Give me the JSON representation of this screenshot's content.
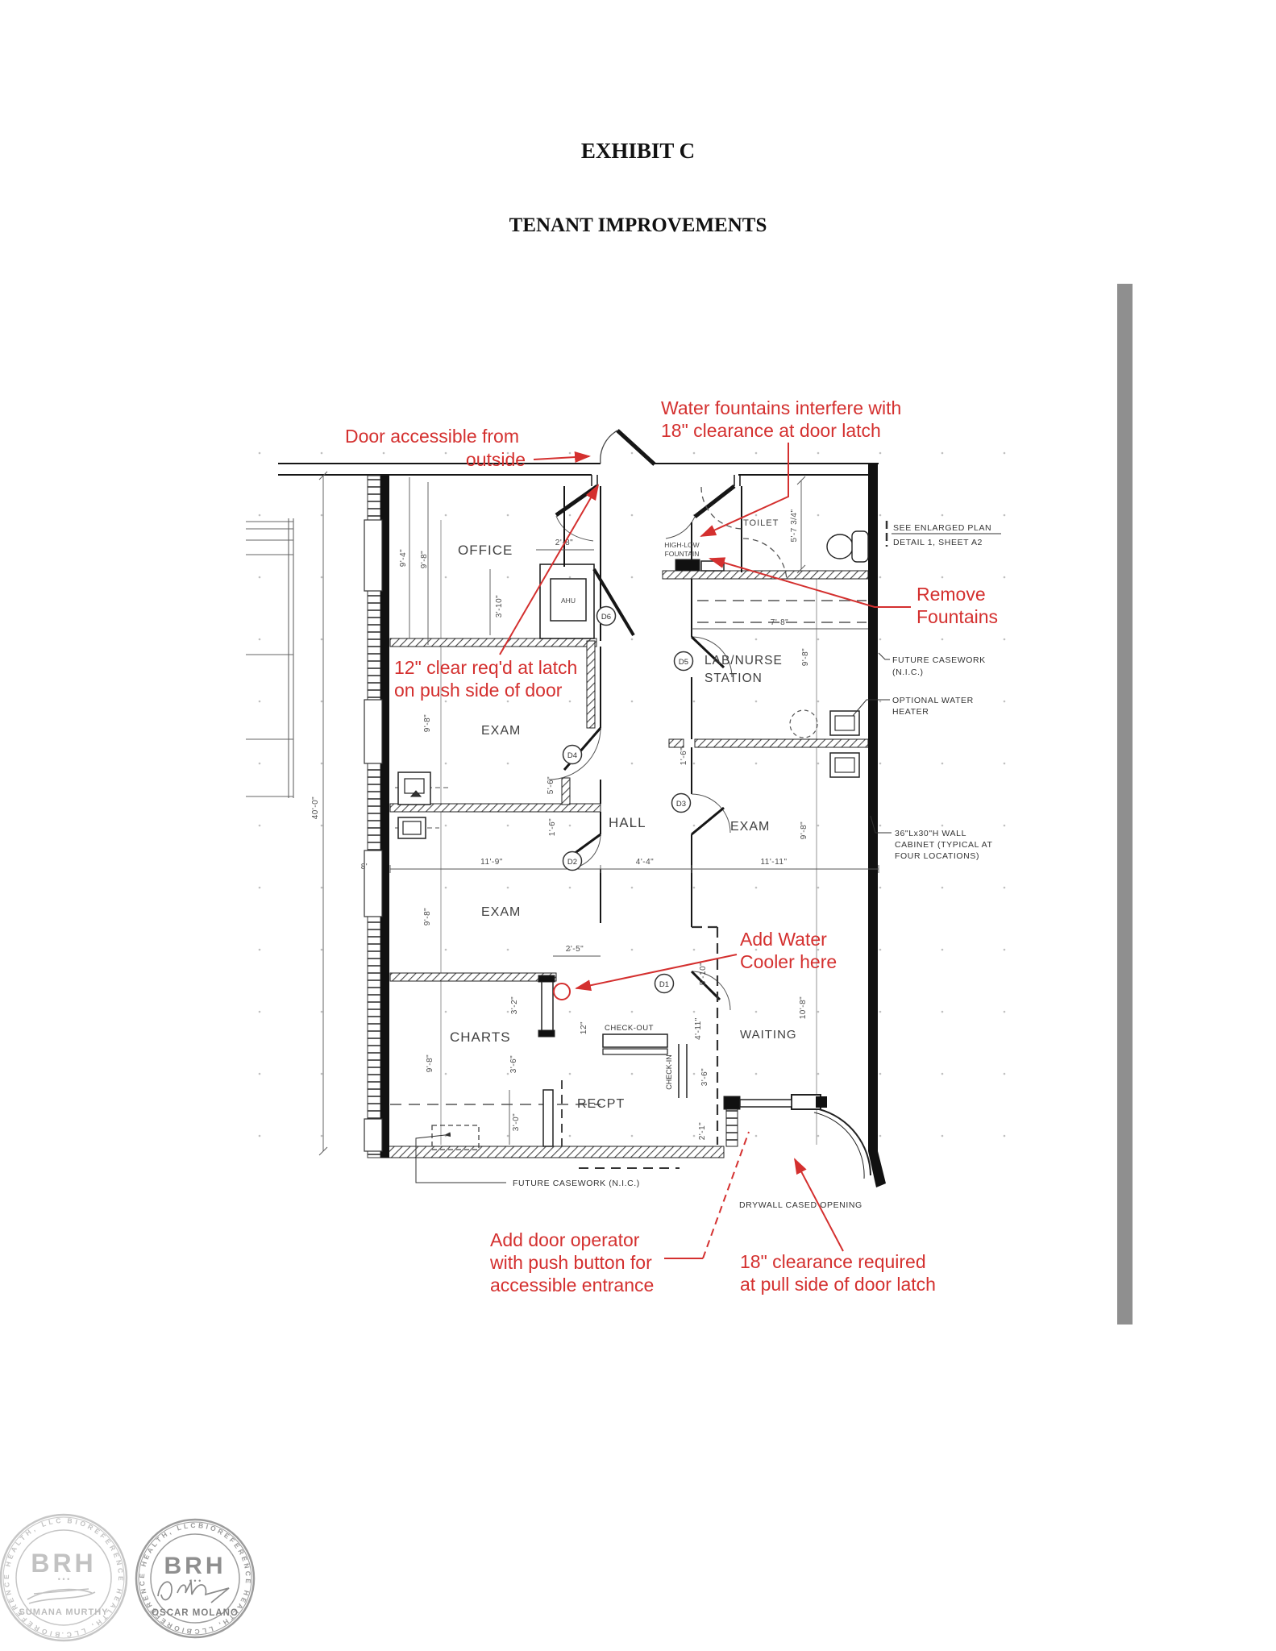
{
  "page": {
    "title": "EXHIBIT C",
    "subtitle": "TENANT IMPROVEMENTS"
  },
  "red_notes": {
    "door_accessible_1": "Door accessible from",
    "door_accessible_2": "outside",
    "fountains_1": "Water fountains interfere with",
    "fountains_2": "18\" clearance at door latch",
    "remove_1": "Remove",
    "remove_2": "Fountains",
    "latch12_1": "12\" clear req'd at latch",
    "latch12_2": "on push side of door",
    "cooler_1": "Add Water",
    "cooler_2": "Cooler here",
    "operator_1": "Add door operator",
    "operator_2": "with push button for",
    "operator_3": "accessible entrance",
    "clearance18_1": "18\" clearance required",
    "clearance18_2": "at pull side of door latch"
  },
  "plan": {
    "rooms": {
      "office": "OFFICE",
      "exam1": "EXAM",
      "exam2": "EXAM",
      "exam3": "EXAM",
      "hall": "HALL",
      "lab1": "LAB/NURSE",
      "lab2": "STATION",
      "charts": "CHARTS",
      "recpt": "RECPT",
      "waiting": "WAITING",
      "toilet": "TOILET"
    },
    "dims": {
      "d94": "9'-4\"",
      "d98": "9'-8\"",
      "d28": "2'-8\"",
      "d310": "3'-10\"",
      "d5734": "5'-7 3/4\"",
      "d78": "7'-8\"",
      "d119": "11'-9\"",
      "d44": "4'-4\"",
      "d1111": "11'-11\"",
      "d25": "2'-5\"",
      "d108": "10'-8\"",
      "d32": "3'-2\"",
      "d12": "12\"",
      "d36": "3'-6\"",
      "d30": "3'-0\"",
      "d21": "2'-1\"",
      "d510": "5'-10\"",
      "d411": "4'-11\"",
      "d400": "40'-0\"",
      "d8": "8'",
      "d16": "1'-6\"",
      "d56": "5'-6\""
    },
    "door_tags": {
      "d1": "D1",
      "d2": "D2",
      "d3": "D3",
      "d4": "D4",
      "d5": "D5",
      "d6": "D6"
    },
    "notes": {
      "see_enlarged_1": "SEE ENLARGED PLAN",
      "see_enlarged_2": "DETAIL 1, SHEET A2",
      "future_casework_1": "FUTURE CASEWORK",
      "future_casework_2": "(N.I.C.)",
      "optional_water_1": "OPTIONAL WATER",
      "optional_water_2": "HEATER",
      "cabinet_1": "36\"Lx30\"H WALL",
      "cabinet_2": "CABINET (TYPICAL AT",
      "cabinet_3": "FOUR LOCATIONS)",
      "future_casework_bottom": "FUTURE CASEWORK (N.I.C.)",
      "drywall": "DRYWALL CASED OPENING",
      "fountain_1": "HIGH-LOW",
      "fountain_2": "FOUNTAIN",
      "ahu": "AHU",
      "checkout": "CHECK-OUT",
      "checkin": "CHECK-IN"
    }
  },
  "seals": {
    "ring_text": "BIOREFERENCE HEALTH, LLC.",
    "initials": "BRH",
    "dots": "• • •",
    "seal1_name": "SUMANA MURTHY",
    "seal2_name": "OSCAR MOLANO"
  },
  "colors": {
    "annotation_red": "#d4302f",
    "scrollbar_gray": "#8f8f8f"
  }
}
